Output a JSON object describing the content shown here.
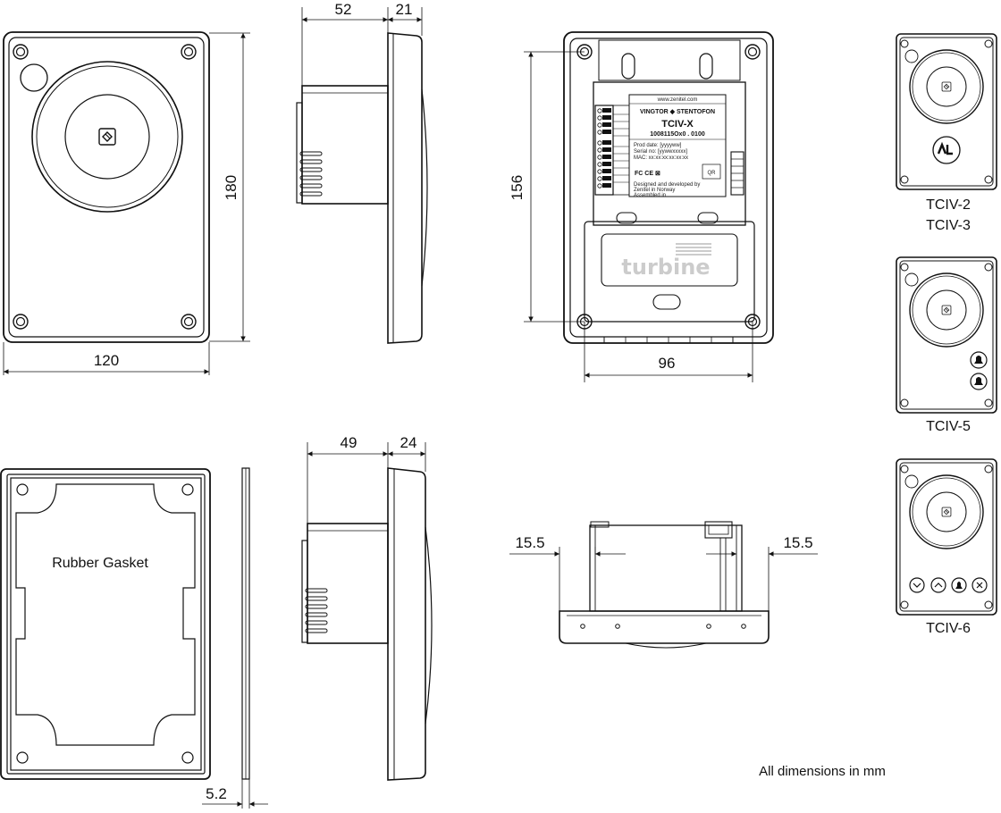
{
  "dimensions": {
    "front_width": "120",
    "front_height": "180",
    "side_depth_top": "52",
    "side_flange_top": "21",
    "back_hole_vertical": "156",
    "back_hole_horizontal": "96",
    "side_depth_bottom": "49",
    "side_flange_bottom": "24",
    "gasket_thickness": "5.2",
    "bottom_offset_left": "15.5",
    "bottom_offset_right": "15.5"
  },
  "labels": {
    "gasket": "Rubber Gasket",
    "units_note": "All dimensions in mm"
  },
  "label_plate": {
    "website": "www.zenitel.com",
    "brand": "VINGTOR ◆ STENTOFON",
    "model": "TCIV-X",
    "part_number": "1008115Ox0 . 0100",
    "prod_date": "Prod date: [yyyyww]",
    "serial": "Serial no: [yywwxxxxx]",
    "mac": "MAC:        xx:xx:xx:xx:xx:xx",
    "qr": "QR",
    "marks": "FC  CE  ⊠",
    "designed_1": "Designed and developed by",
    "designed_2": "Zenitel in Norway",
    "designed_3": "Assembled in"
  },
  "back_logo": "turbine",
  "variants": [
    {
      "line1": "TCIV-2",
      "line2": "TCIV-3"
    },
    {
      "line1": "TCIV-5",
      "line2": ""
    },
    {
      "line1": "TCIV-6",
      "line2": ""
    }
  ]
}
